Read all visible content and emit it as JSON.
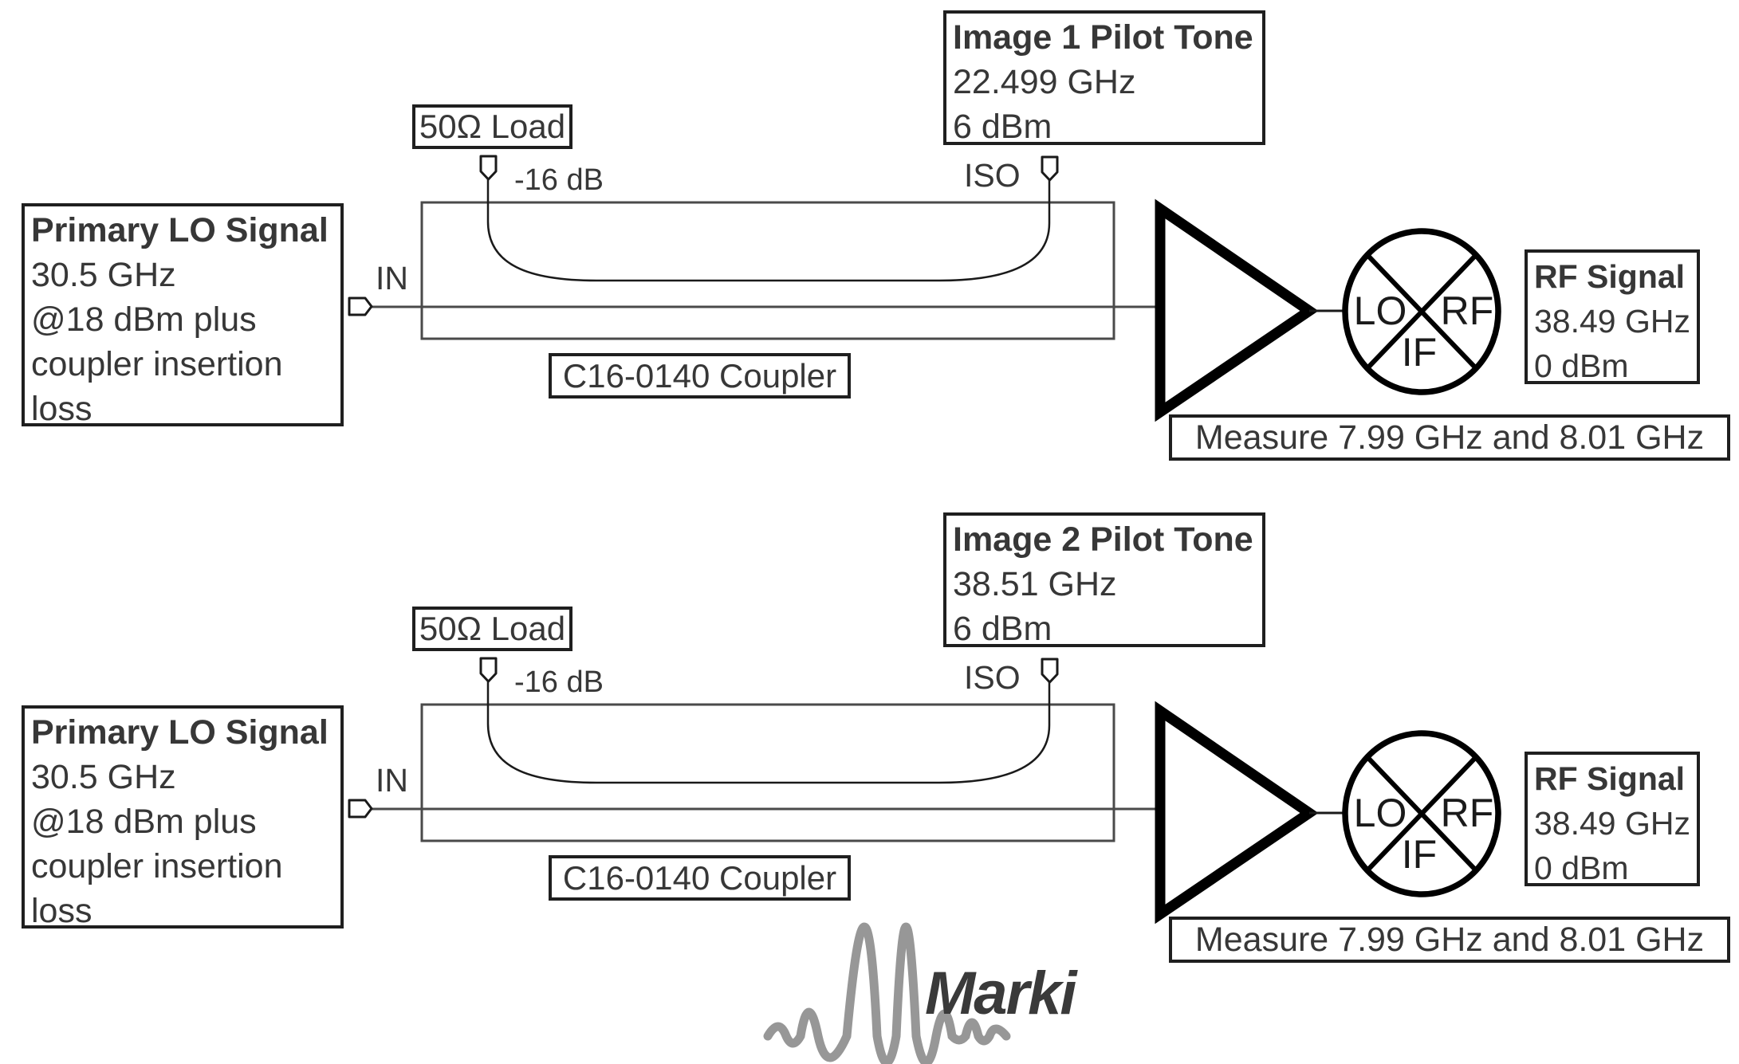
{
  "diagrams": [
    {
      "primary_lo": {
        "title": "Primary LO Signal",
        "lines": [
          "30.5 GHz",
          "@18 dBm plus",
          "coupler insertion",
          "loss"
        ]
      },
      "load_label": "50Ω Load",
      "coupling_label": "-16 dB",
      "in_label": "IN",
      "iso_label": "ISO",
      "coupler_label": "C16-0140 Coupler",
      "pilot_tone": {
        "title": "Image 1 Pilot Tone",
        "lines": [
          "22.499 GHz",
          "6 dBm"
        ]
      },
      "mixer": {
        "lo": "LO",
        "rf": "RF",
        "if": "IF"
      },
      "rf_signal": {
        "title": "RF Signal",
        "lines": [
          "38.49 GHz",
          "0 dBm"
        ]
      },
      "measure_label": "Measure 7.99 GHz and 8.01 GHz"
    },
    {
      "primary_lo": {
        "title": "Primary LO Signal",
        "lines": [
          "30.5 GHz",
          "@18 dBm plus",
          "coupler insertion",
          "loss"
        ]
      },
      "load_label": "50Ω Load",
      "coupling_label": "-16 dB",
      "in_label": "IN",
      "iso_label": "ISO",
      "coupler_label": "C16-0140 Coupler",
      "pilot_tone": {
        "title": "Image 2 Pilot Tone",
        "lines": [
          "38.51 GHz",
          "6 dBm"
        ]
      },
      "mixer": {
        "lo": "LO",
        "rf": "RF",
        "if": "IF"
      },
      "rf_signal": {
        "title": "RF Signal",
        "lines": [
          "38.49 GHz",
          "0 dBm"
        ]
      },
      "measure_label": "Measure 7.99 GHz and 8.01 GHz"
    }
  ],
  "logo": {
    "text": "Marki"
  },
  "colors": {
    "text": "#373737",
    "border": "#1f1f1f",
    "wire": "#4a4a4a",
    "shape": "#000000",
    "logo_wave": "#979797",
    "logo_text": "#3a3a3a"
  }
}
